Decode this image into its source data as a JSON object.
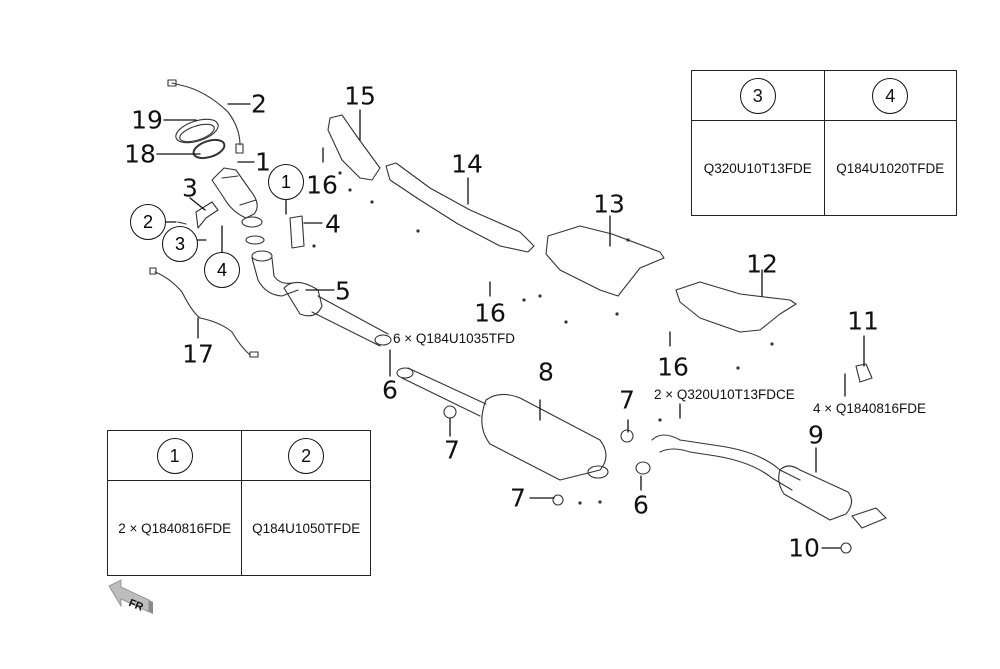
{
  "diagram": {
    "title": "Exhaust system exploded parts diagram",
    "callouts": [
      {
        "id": "1",
        "label": "1"
      },
      {
        "id": "2",
        "label": "2"
      },
      {
        "id": "3",
        "label": "3"
      },
      {
        "id": "4",
        "label": "4"
      },
      {
        "id": "5",
        "label": "5"
      },
      {
        "id": "6a",
        "label": "6"
      },
      {
        "id": "6b",
        "label": "6"
      },
      {
        "id": "7a",
        "label": "7"
      },
      {
        "id": "7b",
        "label": "7"
      },
      {
        "id": "7c",
        "label": "7"
      },
      {
        "id": "8",
        "label": "8"
      },
      {
        "id": "9",
        "label": "9"
      },
      {
        "id": "10",
        "label": "10"
      },
      {
        "id": "11",
        "label": "11"
      },
      {
        "id": "12",
        "label": "12"
      },
      {
        "id": "13",
        "label": "13"
      },
      {
        "id": "14",
        "label": "14"
      },
      {
        "id": "15",
        "label": "15"
      },
      {
        "id": "16a",
        "label": "16"
      },
      {
        "id": "16b",
        "label": "16"
      },
      {
        "id": "16c",
        "label": "16"
      },
      {
        "id": "17",
        "label": "17"
      },
      {
        "id": "18",
        "label": "18"
      },
      {
        "id": "19",
        "label": "19"
      }
    ],
    "circled_refs": [
      {
        "label": "1"
      },
      {
        "label": "2"
      },
      {
        "label": "3"
      },
      {
        "label": "4"
      }
    ],
    "fastener_notes": [
      "6 × Q184U1035TFD",
      "2 × Q320U10T13FDCE",
      "4 × Q1840816FDE"
    ],
    "direction_marker": "FR"
  },
  "legend_top_right": {
    "headers": [
      "3",
      "4"
    ],
    "values": [
      "Q320U10T13FDE",
      "Q184U1020TFDE"
    ]
  },
  "legend_bottom_left": {
    "headers": [
      "1",
      "2"
    ],
    "values": [
      "2 × Q1840816FDE",
      "Q184U1050TFDE"
    ]
  }
}
